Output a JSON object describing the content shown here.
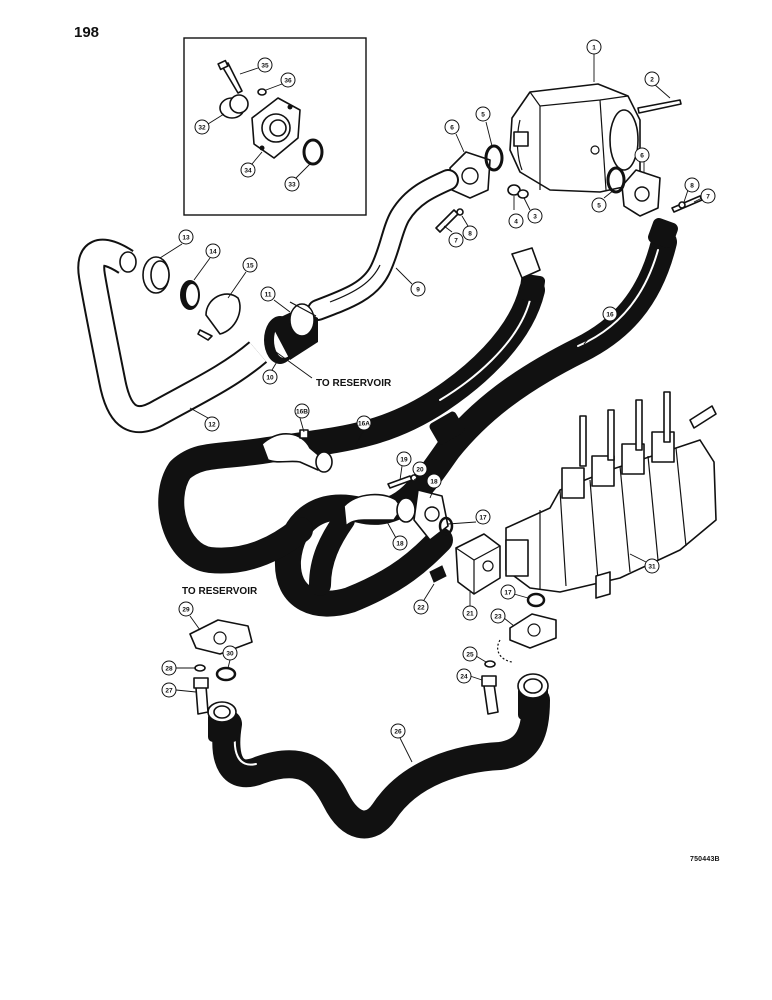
{
  "page": {
    "page_number": "198",
    "figure_code": "750443B"
  },
  "labels": {
    "to_reservoir_upper": "TO RESERVOIR",
    "to_reservoir_lower": "TO RESERVOIR"
  },
  "callouts": [
    "1",
    "2",
    "3",
    "4",
    "5",
    "6",
    "7",
    "8",
    "9",
    "10",
    "11",
    "12",
    "13",
    "14",
    "15",
    "16",
    "16A",
    "16B",
    "17",
    "18",
    "19",
    "20",
    "21",
    "22",
    "23",
    "24",
    "25",
    "26",
    "27",
    "28",
    "29",
    "30",
    "31",
    "32",
    "33",
    "34",
    "35",
    "36"
  ]
}
